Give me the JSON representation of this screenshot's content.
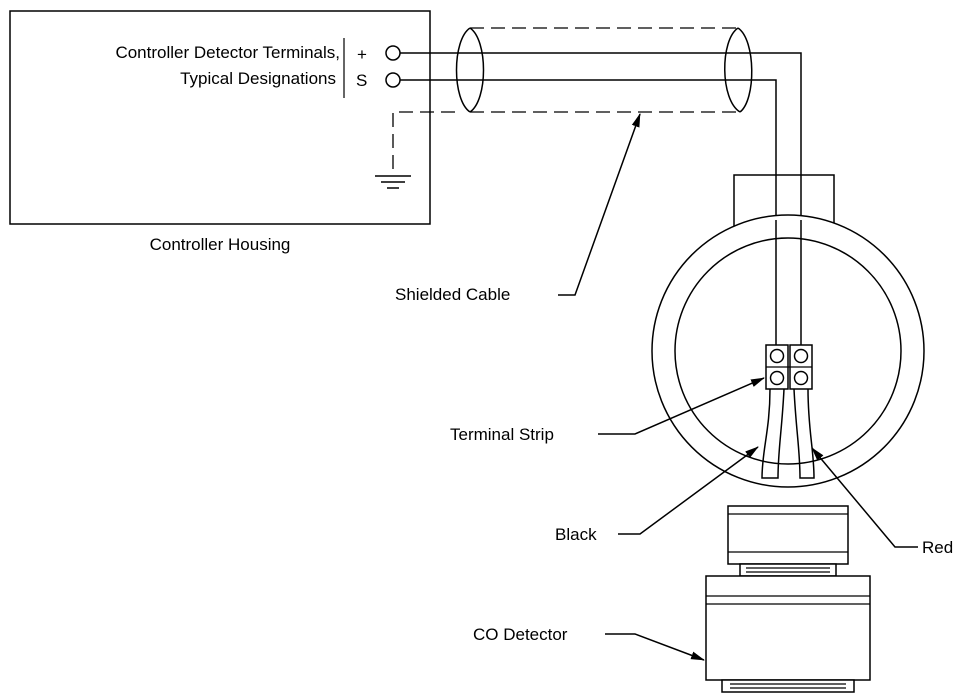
{
  "labels": {
    "terminals_line1": "Controller Detector Terminals,",
    "terminals_line2": "Typical Designations",
    "plus": "+",
    "signal": "S",
    "controller_housing": "Controller Housing",
    "shielded_cable": "Shielded Cable",
    "terminal_strip": "Terminal Strip",
    "black": "Black",
    "red": "Red",
    "co_detector": "CO Detector"
  },
  "colors": {
    "line": "#000000",
    "background": "#ffffff"
  }
}
